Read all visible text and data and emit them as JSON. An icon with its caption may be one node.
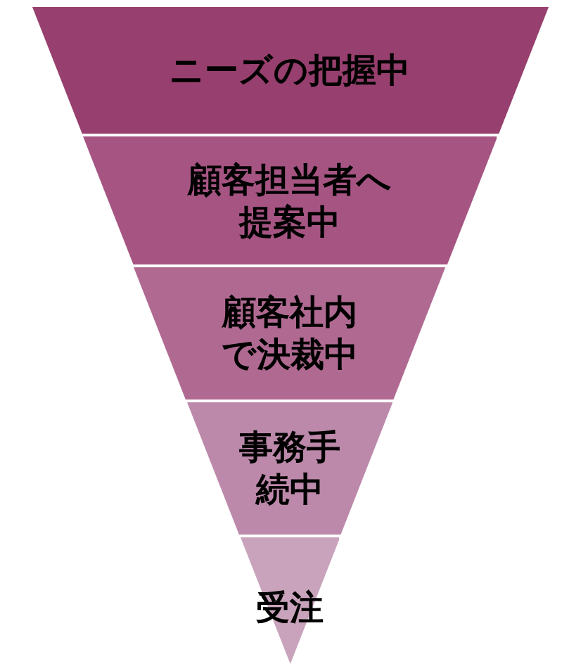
{
  "diagram": {
    "nodes": [
      {
        "text": [
          "ニーズの把握中"
        ]
      },
      {
        "text": [
          "顧客担当者へ提案中"
        ]
      },
      {
        "text": [
          "顧客社内で決裁中"
        ]
      },
      {
        "text": [
          "事務手続中"
        ]
      },
      {
        "text": [
          "受注"
        ]
      }
    ]
  }
}
